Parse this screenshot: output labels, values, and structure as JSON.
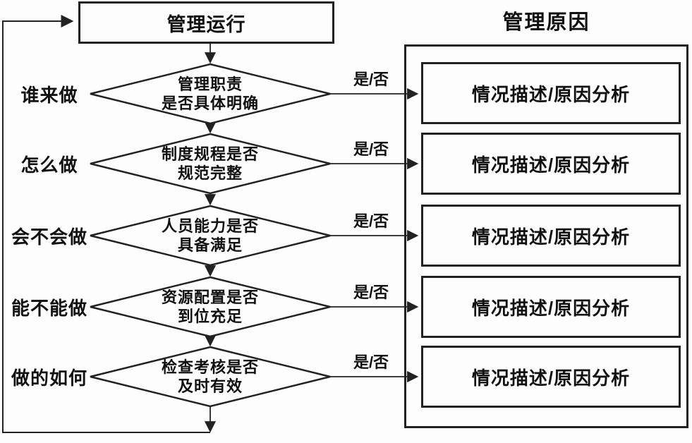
{
  "top_box": {
    "label": "管理运行"
  },
  "right_panel": {
    "header": "管理原因"
  },
  "rows": [
    {
      "question_label": "谁来做",
      "diamond_line1": "管理职责",
      "diamond_line2": "是否具体明确",
      "branch_label": "是/否",
      "result_label": "情况描述/原因分析"
    },
    {
      "question_label": "怎么做",
      "diamond_line1": "制度规程是否",
      "diamond_line2": "规范完整",
      "branch_label": "是/否",
      "result_label": "情况描述/原因分析"
    },
    {
      "question_label": "会不会做",
      "diamond_line1": "人员能力是否",
      "diamond_line2": "具备满足",
      "branch_label": "是/否",
      "result_label": "情况描述/原因分析"
    },
    {
      "question_label": "能不能做",
      "diamond_line1": "资源配置是否",
      "diamond_line2": "到位充足",
      "branch_label": "是/否",
      "result_label": "情况描述/原因分析"
    },
    {
      "question_label": "做的如何",
      "diamond_line1": "检查考核是否",
      "diamond_line2": "及时有效",
      "branch_label": "是/否",
      "result_label": "情况描述/原因分析"
    }
  ],
  "colors": {
    "outline": "#222222",
    "text": "#111111",
    "background": "#fdfdfd"
  }
}
